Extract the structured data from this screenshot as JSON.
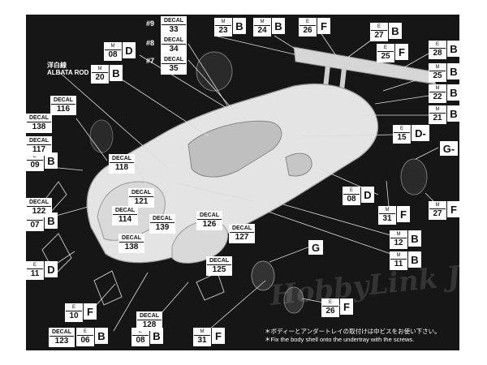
{
  "notes": {
    "jp": "＊ボディーとアンダートレイの取付けは中ビスをお使い下さい。",
    "en": "＊Fix the body shell onto the undertray with the screws."
  },
  "rod": {
    "jp": "洋白線",
    "en": "ALBATA ROD"
  },
  "watermark": "HobbyLink Japan",
  "letter_tags": {
    "g1": "G",
    "g2": "G-"
  },
  "colors": {
    "background": "#161616",
    "label": "#ffffff",
    "text": "#111111"
  },
  "callouts": {
    "m23": {
      "tray": "M",
      "num": "23",
      "letter": "B"
    },
    "m24": {
      "tray": "M",
      "num": "24",
      "letter": "B"
    },
    "e26a": {
      "tray": "E",
      "num": "26",
      "letter": "F"
    },
    "e27a": {
      "tray": "E",
      "num": "27",
      "letter": "B"
    },
    "e25": {
      "tray": "E",
      "num": "25",
      "letter": "F"
    },
    "e28": {
      "tray": "E",
      "num": "28",
      "letter": "B"
    },
    "m25": {
      "tray": "M",
      "num": "25",
      "letter": "B"
    },
    "m22": {
      "tray": "M",
      "num": "22",
      "letter": "B"
    },
    "m21": {
      "tray": "M",
      "num": "21",
      "letter": "B"
    },
    "e15": {
      "tray": "E",
      "num": "15",
      "letter": "D-"
    },
    "m08": {
      "tray": "M",
      "num": "08",
      "letter": "D"
    },
    "m20": {
      "tray": "M",
      "num": "20",
      "letter": "B"
    },
    "e09": {
      "tray": "E",
      "num": "09",
      "letter": "B"
    },
    "e07": {
      "tray": "E",
      "num": "07",
      "letter": "B"
    },
    "e11": {
      "tray": "E",
      "num": "11",
      "letter": "D"
    },
    "e08a": {
      "tray": "E",
      "num": "08",
      "letter": "D"
    },
    "m31a": {
      "tray": "M",
      "num": "31",
      "letter": "F"
    },
    "m27": {
      "tray": "M",
      "num": "27",
      "letter": "F"
    },
    "m12": {
      "tray": "M",
      "num": "12",
      "letter": "B"
    },
    "m11": {
      "tray": "M",
      "num": "11",
      "letter": "B"
    },
    "e26b": {
      "tray": "E",
      "num": "26",
      "letter": "F"
    },
    "e10": {
      "tray": "E",
      "num": "10",
      "letter": "F"
    },
    "e06": {
      "tray": "E",
      "num": "06",
      "letter": "B"
    },
    "e08b": {
      "tray": "E",
      "num": "08",
      "letter": "B"
    },
    "m31b": {
      "tray": "M",
      "num": "31",
      "letter": "F"
    }
  },
  "decals": {
    "d33": {
      "tag": "DECAL",
      "num": "33"
    },
    "d34": {
      "tag": "DECAL",
      "num": "34"
    },
    "d35": {
      "tag": "DECAL",
      "num": "35"
    },
    "d116": {
      "tag": "DECAL",
      "num": "116"
    },
    "d138a": {
      "tag": "DECAL",
      "num": "138"
    },
    "d117": {
      "tag": "DECAL",
      "num": "117"
    },
    "d118": {
      "tag": "DECAL",
      "num": "118"
    },
    "d121": {
      "tag": "DECAL",
      "num": "121"
    },
    "d122": {
      "tag": "DECAL",
      "num": "122"
    },
    "d114": {
      "tag": "DECAL",
      "num": "114"
    },
    "d139": {
      "tag": "DECAL",
      "num": "139"
    },
    "d126": {
      "tag": "DECAL",
      "num": "126"
    },
    "d127": {
      "tag": "DECAL",
      "num": "127"
    },
    "d138b": {
      "tag": "DECAL",
      "num": "138"
    },
    "d125": {
      "tag": "DECAL",
      "num": "125"
    },
    "d128": {
      "tag": "DECAL",
      "num": "128"
    },
    "d123": {
      "tag": "DECAL",
      "num": "123"
    }
  },
  "hash_labels": {
    "h9": "#9",
    "h8": "#8",
    "h7": "#7"
  }
}
